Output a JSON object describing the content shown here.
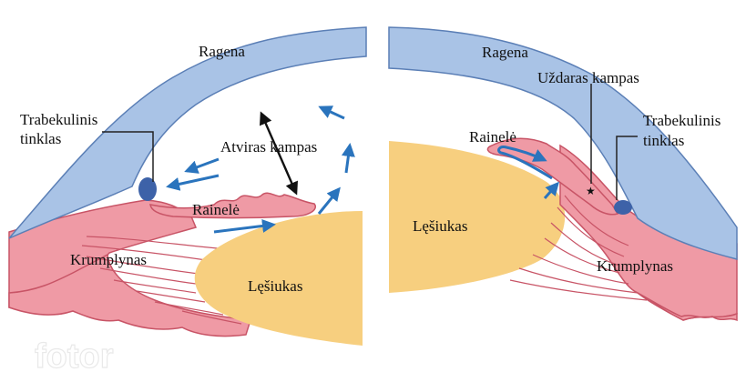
{
  "colors": {
    "cornea": "#a9c3e6",
    "cornea_edge": "#5b7fb6",
    "iris": "#ef9aa5",
    "iris_edge": "#c85466",
    "lens": "#f7cf7f",
    "meshwork": "#3d62a8",
    "flow_arrow": "#2a74bd",
    "leader": "#222222"
  },
  "left_panel": {
    "cornea_label": "Ragena",
    "meshwork_label_line1": "Trabekulinis",
    "meshwork_label_line2": "tinklas",
    "angle_label": "Atviras kampas",
    "iris_label": "Rainelė",
    "ciliary_label": "Krumplynas",
    "lens_label": "Lęšiukas"
  },
  "right_panel": {
    "cornea_label": "Ragena",
    "angle_label": "Uždaras kampas",
    "meshwork_label_line1": "Trabekulinis",
    "meshwork_label_line2": "tinklas",
    "iris_label": "Rainelė",
    "lens_label": "Lęšiukas",
    "ciliary_label": "Krumplynas"
  },
  "watermark": "fotor",
  "icons": [
    "flow-arrow-icon",
    "angle-double-arrow-icon",
    "angle-star-icon"
  ]
}
